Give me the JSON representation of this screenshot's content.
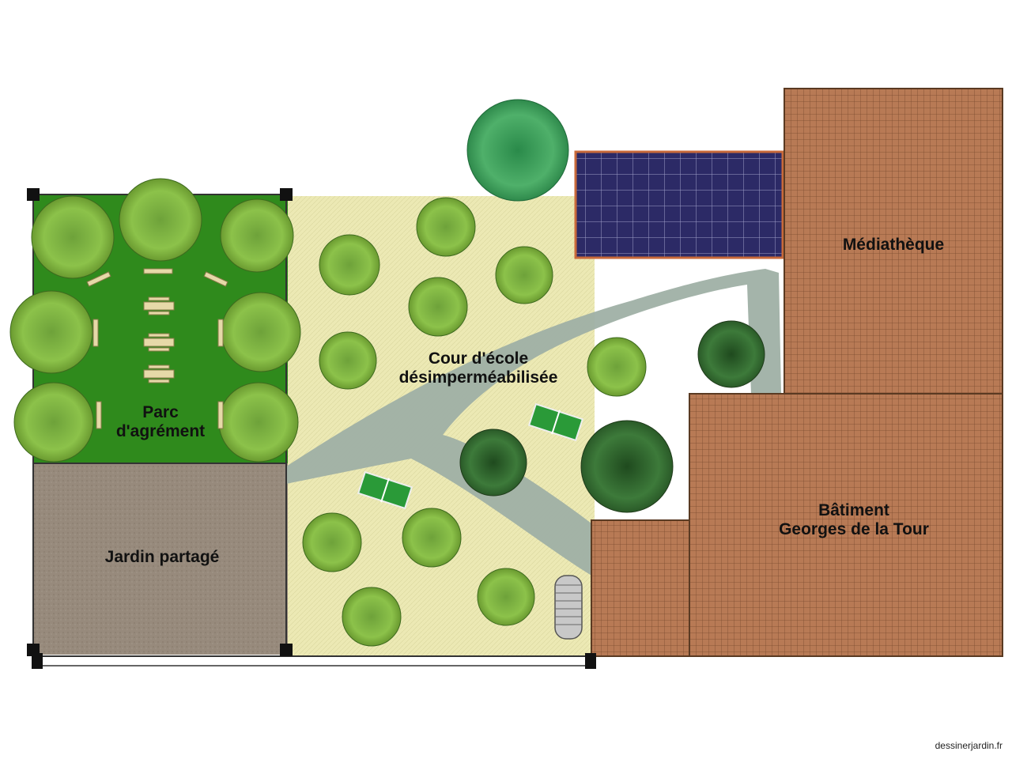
{
  "labels": {
    "parc_line1": "Parc",
    "parc_line2": "d'agrément",
    "jardin": "Jardin partagé",
    "cour_line1": "Cour d'école",
    "cour_line2": "désimperméabilisée",
    "mediatheque": "Médiathèque",
    "batiment_line1": "Bâtiment",
    "batiment_line2": "Georges de la Tour"
  },
  "credit": "dessinerjardin.fr",
  "colors": {
    "lawn": "#2f8a1c",
    "courtyard": "#ece9b4",
    "garden_soil": "#978a7c",
    "path": "#9fb0a5",
    "roof": "#b87a55",
    "roof_line": "#7a4a2e",
    "solar": "#2c2a66",
    "tree_light": "#8ec24a",
    "tree_dark": "#2f6a2c",
    "fence": "#333333"
  },
  "icons": [
    "tree-icon",
    "picnic-table-icon",
    "bench-icon",
    "ping-pong-table-icon",
    "rain-tank-icon",
    "solar-panel-icon",
    "fence-post-icon"
  ]
}
